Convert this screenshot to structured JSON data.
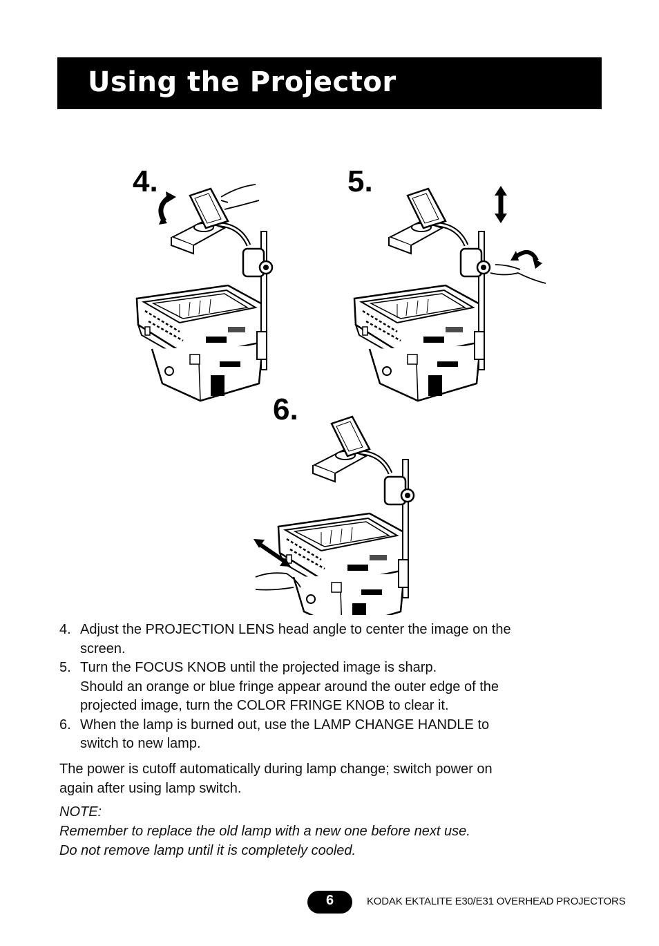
{
  "header": {
    "title": "Using the Projector"
  },
  "illustration": {
    "labels": [
      "4.",
      "5.",
      "6."
    ]
  },
  "steps": [
    {
      "number": "4.",
      "lines": [
        "Adjust the PROJECTION LENS head angle to center the image on the",
        "screen."
      ]
    },
    {
      "number": "5.",
      "lines": [
        "Turn the FOCUS KNOB until the projected image is sharp.",
        "Should an orange or blue fringe appear around the outer edge of the",
        "projected image, turn the COLOR FRINGE KNOB to clear it."
      ]
    },
    {
      "number": "6.",
      "lines": [
        "When the lamp is burned out, use the LAMP CHANGE HANDLE to",
        "switch to new lamp."
      ]
    }
  ],
  "power_note": {
    "lines": [
      "The power is cutoff automatically during lamp change; switch power on",
      "again after using lamp switch."
    ]
  },
  "note": {
    "label": "NOTE:",
    "lines": [
      "Remember to replace the old lamp with a new one before next use.",
      "Do not remove lamp until it is completely cooled."
    ]
  },
  "footer": {
    "page_number": "6",
    "product": "KODAK EKTALITE E30/E31 OVERHEAD PROJECTORS"
  }
}
